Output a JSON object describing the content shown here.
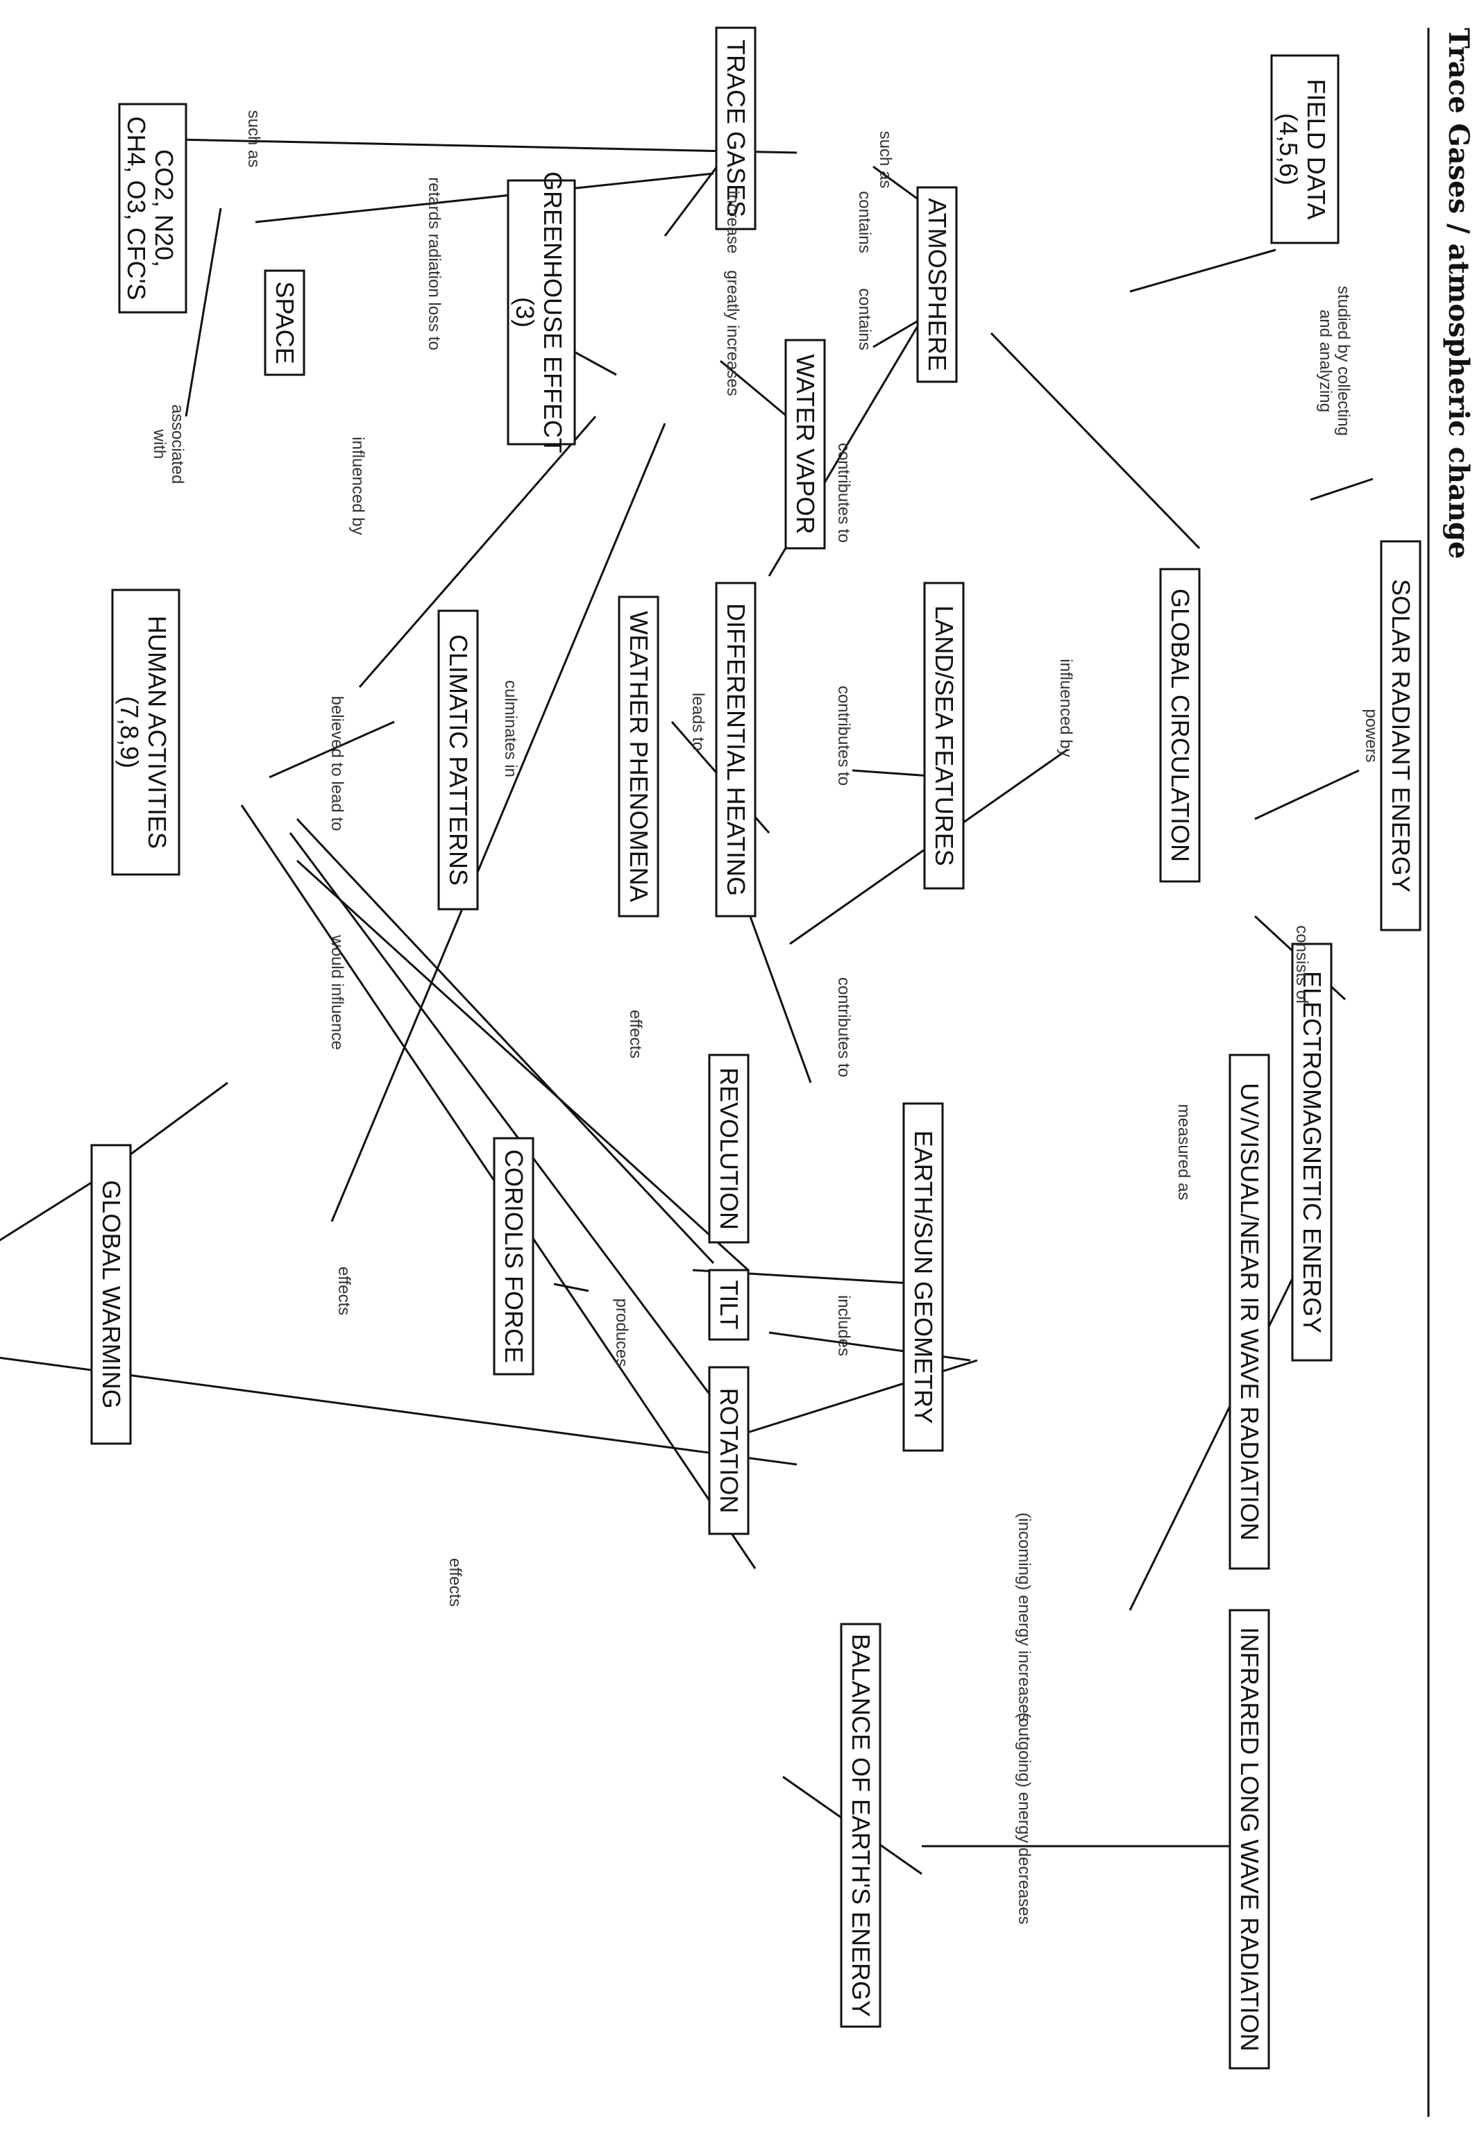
{
  "title": "Trace Gases / atmospheric change",
  "nodes": {
    "solar_radiant_energy": "SOLAR RADIANT ENERGY",
    "electromagnetic_energy": "ELECTROMAGNETIC ENERGY",
    "uv_visual": "UV/VISUAL/NEAR IR WAVE RADIATION",
    "infrared": "INFRARED LONG WAVE RADIATION",
    "field_data": [
      "FIELD DATA",
      "(4,5,6)"
    ],
    "trace_gases": "TRACE GASES",
    "co2": [
      "CO2, N20,",
      "CH4, O3, CFC'S"
    ],
    "atmosphere": "ATMOSPHERE",
    "greenhouse_effect": [
      "GREENHOUSE EFFECT",
      "(3)"
    ],
    "space": "SPACE",
    "water_vapor": "WATER VAPOR",
    "global_circulation": "GLOBAL CIRCULATION",
    "land_sea": "LAND/SEA FEATURES",
    "differential_heating": "DIFFERENTIAL HEATING",
    "weather_phenomena": "WEATHER PHENOMENA",
    "climatic_patterns": "CLIMATIC PATTERNS",
    "human_activities": [
      "HUMAN ACTIVITIES",
      "(7,8,9)"
    ],
    "earth_sun": "EARTH/SUN GEOMETRY",
    "revolution": "REVOLUTION",
    "tilt": "TILT",
    "rotation": "ROTATION",
    "coriolis": "CORIOLIS FORCE",
    "global_warming": "GLOBAL WARMING",
    "balance": "BALANCE OF EARTH'S ENERGY"
  },
  "links": {
    "studied_by": [
      "studied by collecting",
      "and analyzing"
    ],
    "such_as_1": "such as",
    "such_as_2": "such as",
    "contains_1": "contains",
    "contains_2": "contains",
    "increase": "increase",
    "greatly_increases": "greatly increases",
    "retards": "retards radiation loss to",
    "associated_with": [
      "associated",
      "with"
    ],
    "influenced_by_1": "influenced by",
    "contributes_to_1": "contributes to",
    "powers": "powers",
    "influenced_by_2": "influenced by",
    "contributes_to_2": "contributes to",
    "leads_to": "leads to",
    "culminates_in": "culminates in",
    "believed": "believed to lead to",
    "would_influence": "would influence",
    "consists_of": "consists of",
    "measured_as": "measured as",
    "contributes_to_3": "contributes to",
    "effects_1": "effects",
    "includes": "includes",
    "produces": "produces",
    "effects_2": "effects",
    "effects_3": "effects",
    "incoming": "(incoming) energy increases",
    "outgoing": "(outgoing) energy decreases"
  }
}
